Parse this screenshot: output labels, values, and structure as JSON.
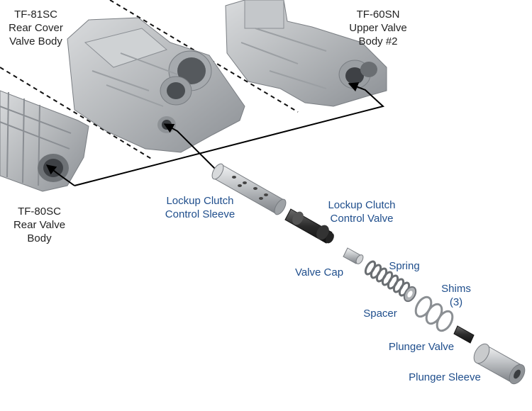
{
  "labels": {
    "tf81sc": {
      "line1": "TF-81SC",
      "line2": "Rear Cover",
      "line3": "Valve Body"
    },
    "tf60sn": {
      "line1": "TF-60SN",
      "line2": "Upper Valve",
      "line3": "Body #2"
    },
    "tf80sc": {
      "line1": "TF-80SC",
      "line2": "Rear Valve",
      "line3": "Body"
    },
    "lockup_sleeve": {
      "line1": "Lockup Clutch",
      "line2": "Control Sleeve"
    },
    "lockup_valve": {
      "line1": "Lockup Clutch",
      "line2": "Control Valve"
    },
    "valve_cap": "Valve Cap",
    "spring": "Spring",
    "shims": {
      "line1": "Shims",
      "line2": "(3)"
    },
    "spacer": "Spacer",
    "plunger_valve": "Plunger Valve",
    "plunger_sleeve": "Plunger Sleeve"
  },
  "colors": {
    "label_dark": "#222222",
    "label_blue": "#1f4e8c",
    "casting": "#b9bcbf",
    "steel": "#c8cacc",
    "dark_part": "#2a2a2a"
  },
  "icons": {
    "arrow": "arrowhead"
  }
}
